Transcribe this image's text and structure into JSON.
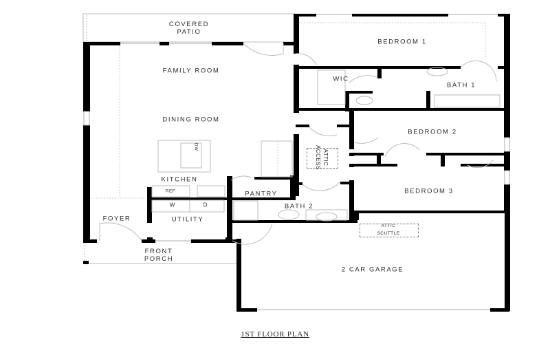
{
  "plan": {
    "title": "1ST FLOOR PLAN",
    "wall_color": "#000000",
    "fixture_color": "#bbbbbb",
    "rooms": {
      "covered_patio": {
        "line1": "COVERED",
        "line2": "PATIO"
      },
      "bedroom_1": "BEDROOM 1",
      "family_room": "FAMILY ROOM",
      "wic": "WIC",
      "bath_1": "BATH 1",
      "dining_room": "DINING ROOM",
      "bedroom_2": "BEDROOM 2",
      "attic_access": {
        "line1": "ATTIC",
        "line2": "ACCESS"
      },
      "kitchen": "KITCHEN",
      "pantry": "PANTRY",
      "bedroom_3": "BEDROOM 3",
      "bath_2": "BATH 2",
      "utility": "UTILITY",
      "foyer": "FOYER",
      "attic_scuttle": {
        "line1": "ATTIC",
        "line2": "SCUTTLE"
      },
      "front_porch": {
        "line1": "FRONT",
        "line2": "PORCH"
      },
      "garage": "2 CAR GARAGE"
    },
    "fixtures": {
      "refrigerator": "REF",
      "washer": "W",
      "dryer": "D",
      "dishwasher": "DW"
    }
  }
}
